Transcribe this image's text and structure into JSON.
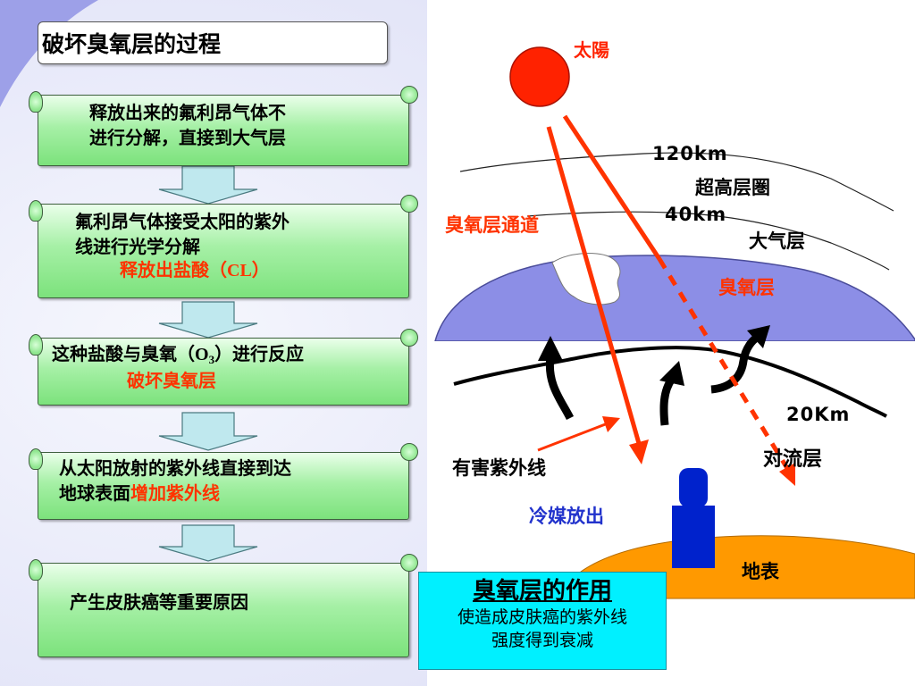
{
  "title": "破坏臭氧层的过程",
  "steps": [
    {
      "line1": "释放出来的氟利昂气体不",
      "line2": "进行分解，直接到大气层"
    },
    {
      "line1": "氟利昂气体接受太阳的紫外",
      "line2": "线进行光学分解",
      "line3_a": "释放出盐酸（",
      "line3_b": "CL",
      "line3_c": "）"
    },
    {
      "line1_a": "这种盐酸与臭氧（",
      "line1_b": "O",
      "line1_sub": "3",
      "line1_c": "）进行反应",
      "line2": "破坏臭氧层"
    },
    {
      "line1": "从太阳放射的紫外线直接到达",
      "line2_a": "地球表面",
      "line2_b": "增加紫外线"
    },
    {
      "line1": "产生皮肤癌等重要原因"
    }
  ],
  "diagram": {
    "sun": "太陽",
    "alt_120": "120km",
    "thermosphere": "超高层圏",
    "ozone_tunnel": "臭氧层通道",
    "alt_40": "40km",
    "atmosphere": "大气层",
    "ozone_layer": "臭氧层",
    "alt_20": "20Km",
    "troposphere": "对流层",
    "harmful_uv": "有害紫外线",
    "refrigerant": "冷媒放出",
    "surface": "地表"
  },
  "info": {
    "title": "臭氧层的作用",
    "line1": "使造成皮肤癌的紫外线",
    "line2": "强度得到衰减"
  },
  "colors": {
    "sun": "#ff2200",
    "ray": "#ff3300",
    "ozone": "#8c8ee6",
    "surface": "#ff9900",
    "building": "#0022cc",
    "info_bg": "#00f0ff",
    "background_left": "#eef0fb",
    "corner_purple": "#9da0e8"
  }
}
